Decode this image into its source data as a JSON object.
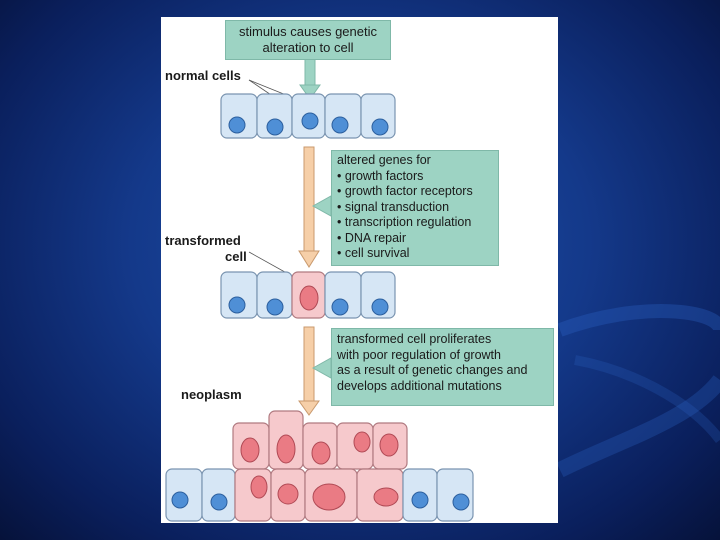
{
  "callouts": {
    "stimulus": [
      "stimulus causes genetic",
      "alteration to cell"
    ],
    "altered_title": "altered genes for",
    "altered_items": [
      "growth factors",
      "growth factor receptors",
      "signal transduction",
      "transcription regulation",
      "DNA repair",
      "cell survival"
    ],
    "proliferation": [
      "transformed cell proliferates",
      "with poor regulation of growth",
      "as a result of genetic changes and",
      "develops additional mutations"
    ]
  },
  "labels": {
    "normal": "normal cells",
    "transformed_1": "transformed",
    "transformed_2": "cell",
    "neoplasm": "neoplasm"
  },
  "colors": {
    "normal_cell": "#d6e6f5",
    "normal_nucleus": "#4f8fd6",
    "transformed_cell": "#f6c9cc",
    "transformed_nucleus": "#ea7b84",
    "callout": "#9dd3c3",
    "arrow_fill": "#f6cfa8",
    "teal_arrow": "#9dd3c3"
  }
}
